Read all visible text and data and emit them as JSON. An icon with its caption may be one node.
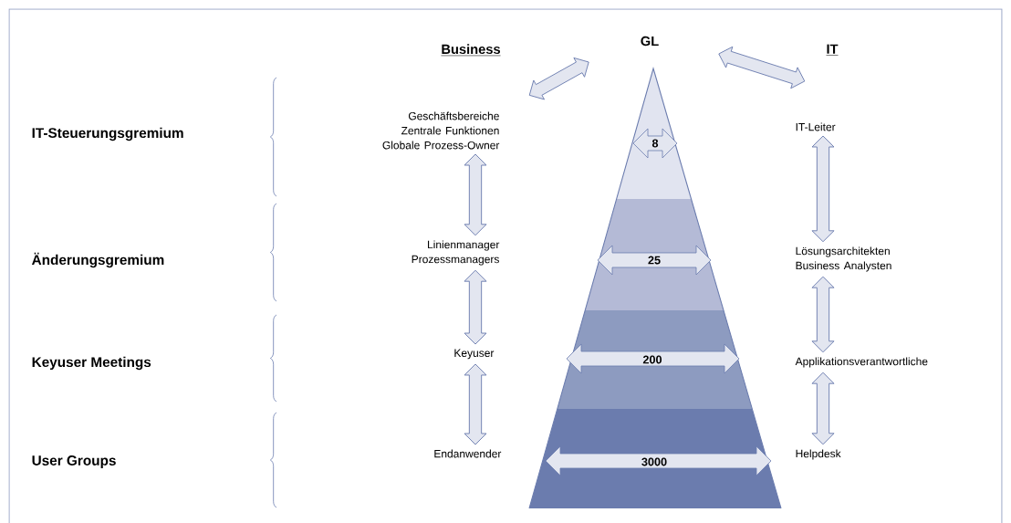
{
  "diagram": {
    "nodes": [
      {
        "text": [
          "GL"
        ]
      },
      {
        "text": [
          "Business"
        ]
      },
      {
        "text": [
          "IT"
        ]
      },
      {
        "text": [
          "Geschäftsbereiche Zentrale Funktionen Globale Prozess-Owner"
        ]
      },
      {
        "text": [
          "Linienmanager Prozessmanagers"
        ]
      },
      {
        "text": [
          "Keyuser"
        ]
      },
      {
        "text": [
          "Endanwender"
        ]
      },
      {
        "text": [
          "IT-Leiter"
        ]
      },
      {
        "text": [
          "Lösungsarchitekten Business Analysten"
        ]
      },
      {
        "text": [
          "Applikationsverantwortliche"
        ]
      },
      {
        "text": [
          "Helpdesk"
        ]
      }
    ],
    "edges": [
      {
        "from": 1,
        "to": 0,
        "arrow": "both"
      },
      {
        "from": 0,
        "to": 2,
        "arrow": "both"
      },
      {
        "from": 3,
        "to": 4,
        "arrow": "both"
      },
      {
        "from": 4,
        "to": 5,
        "arrow": "both"
      },
      {
        "from": 5,
        "to": 6,
        "arrow": "both"
      },
      {
        "from": 7,
        "to": 8,
        "arrow": "both"
      },
      {
        "from": 8,
        "to": 9,
        "arrow": "both"
      },
      {
        "from": 9,
        "to": 10,
        "arrow": "both"
      }
    ],
    "labels": [
      "IT-Steuerungsgremium",
      "8",
      "Änderungsgremium",
      "25",
      "Keyuser Meetings",
      "200",
      "User Groups",
      "3000"
    ]
  }
}
